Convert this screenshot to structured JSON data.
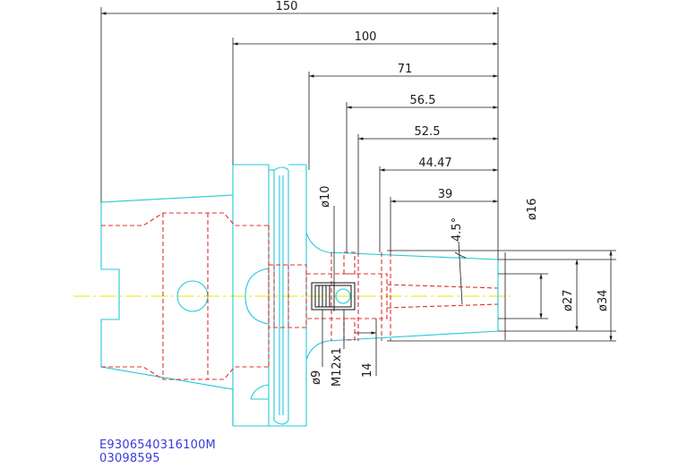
{
  "dimensions": {
    "length_150": "150",
    "length_100": "100",
    "length_71": "71",
    "length_56_5": "56.5",
    "length_52_5": "52.5",
    "length_44_47": "44.47",
    "length_39": "39",
    "diameter_10": "ø10",
    "diameter_9": "ø9",
    "thread": "M12x1",
    "length_14": "14",
    "angle": "4.5°",
    "diameter_16": "ø16",
    "diameter_27": "ø27",
    "diameter_34": "ø34"
  },
  "part_number": "E9306540316100M",
  "part_code": "03098595",
  "colors": {
    "outline": "#22c8d8",
    "hidden": "#e03030",
    "centerline": "#e6e600",
    "dimension": "#1a1a1a",
    "text_blue": "#3a3adc"
  }
}
